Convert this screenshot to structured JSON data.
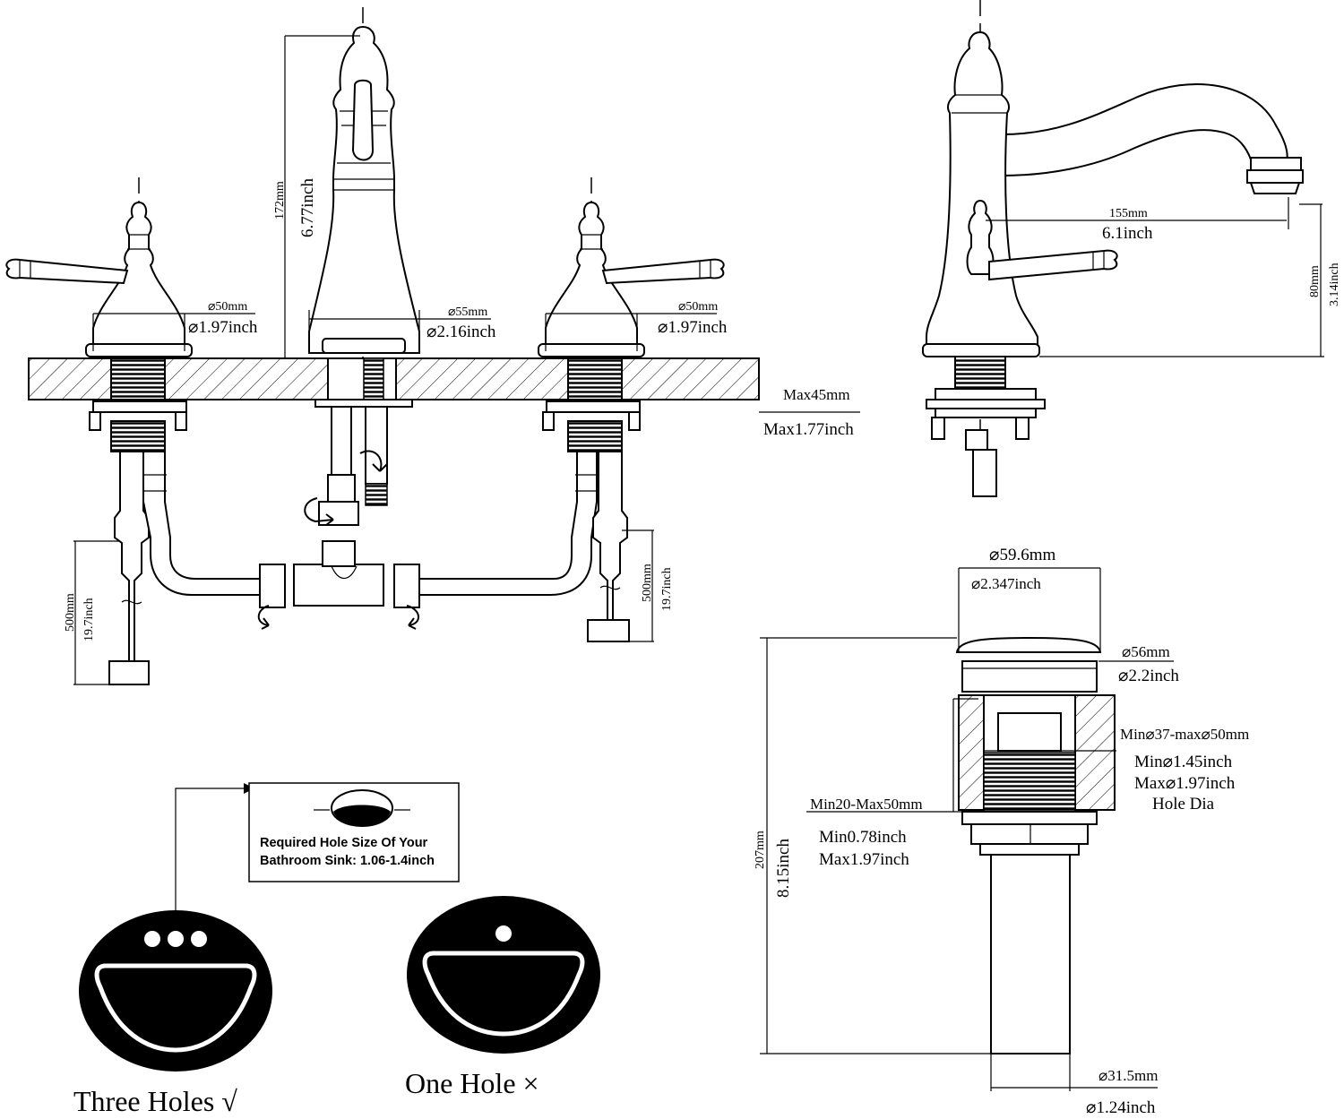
{
  "front_view": {
    "spout_height_mm": "172mm",
    "spout_height_in": "6.77inch",
    "left_handle_dia_mm": "⌀50mm",
    "left_handle_dia_in": "⌀1.97inch",
    "spout_base_dia_mm": "⌀55mm",
    "spout_base_dia_in": "⌀2.16inch",
    "right_handle_dia_mm": "⌀50mm",
    "right_handle_dia_in": "⌀1.97inch",
    "deck_max_mm": "Max45mm",
    "deck_max_in": "Max1.77inch",
    "left_hose_mm": "500mm",
    "left_hose_in": "19.7inch",
    "right_hose_mm": "500mm",
    "right_hose_in": "19.7inch"
  },
  "side_view": {
    "reach_mm": "155mm",
    "reach_in": "6.1inch",
    "outlet_height_mm": "80mm",
    "outlet_height_in": "3.14inch"
  },
  "drain": {
    "cap_dia_mm": "⌀59.6mm",
    "cap_dia_in": "⌀2.347inch",
    "flange_dia_mm": "⌀56mm",
    "flange_dia_in": "⌀2.2inch",
    "hole_range_mm": "Min⌀37-max⌀50mm",
    "hole_min_in": "Min⌀1.45inch",
    "hole_max_in": "Max⌀1.97inch",
    "hole_label": "Hole Dia",
    "thickness_range_mm": "Min20-Max50mm",
    "thickness_min_in": "Min0.78inch",
    "thickness_max_in": "Max1.97inch",
    "total_height_mm": "207mm",
    "total_height_in": "8.15inch",
    "pipe_dia_mm": "⌀31.5mm",
    "pipe_dia_in": "⌀1.24inch"
  },
  "sink_guide": {
    "note_line1": "Required Hole Size Of Your",
    "note_line2": "Bathroom Sink: 1.06-1.4inch",
    "three_holes_caption": "Three Holes √",
    "one_hole_caption": "One Hole ×"
  }
}
